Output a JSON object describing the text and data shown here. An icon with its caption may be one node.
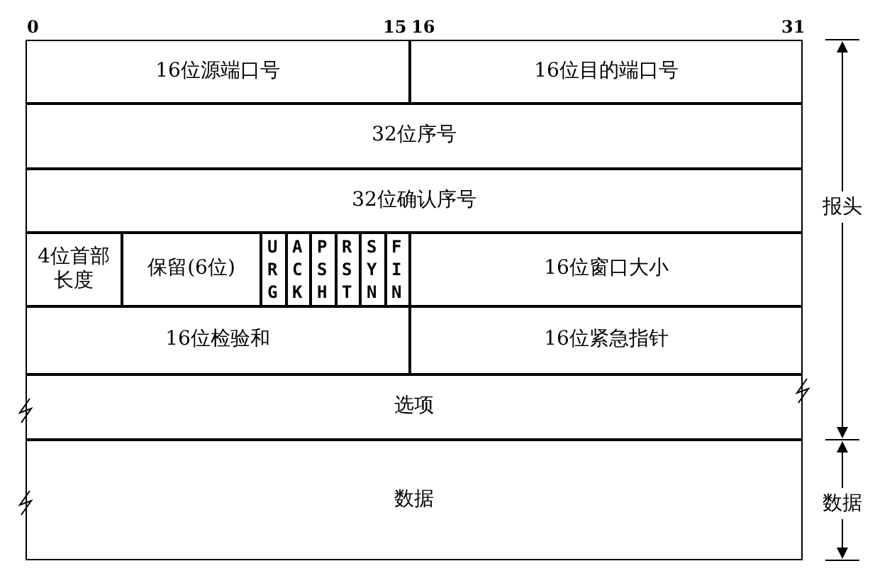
{
  "diagram": {
    "nodes": [
      {
        "text": [
          "16位源端口号"
        ]
      },
      {
        "text": [
          "16位目的端口号"
        ]
      },
      {
        "text": [
          "32位序号"
        ]
      },
      {
        "text": [
          "32位确认序号"
        ]
      },
      {
        "text": [
          "4位首部长度"
        ]
      },
      {
        "text": [
          "保留(6位)"
        ]
      },
      {
        "text": [
          "URG"
        ]
      },
      {
        "text": [
          "ACK"
        ]
      },
      {
        "text": [
          "PSH"
        ]
      },
      {
        "text": [
          "RST"
        ]
      },
      {
        "text": [
          "SYN"
        ]
      },
      {
        "text": [
          "FIN"
        ]
      },
      {
        "text": [
          "16位窗口大小"
        ]
      },
      {
        "text": [
          "16位检验和"
        ]
      },
      {
        "text": [
          "16位紧急指针"
        ]
      },
      {
        "text": [
          "选项"
        ]
      },
      {
        "text": [
          "数据"
        ]
      }
    ],
    "edges": [],
    "labels": [
      "0",
      "15",
      "16",
      "31",
      "报头",
      "数据"
    ]
  }
}
